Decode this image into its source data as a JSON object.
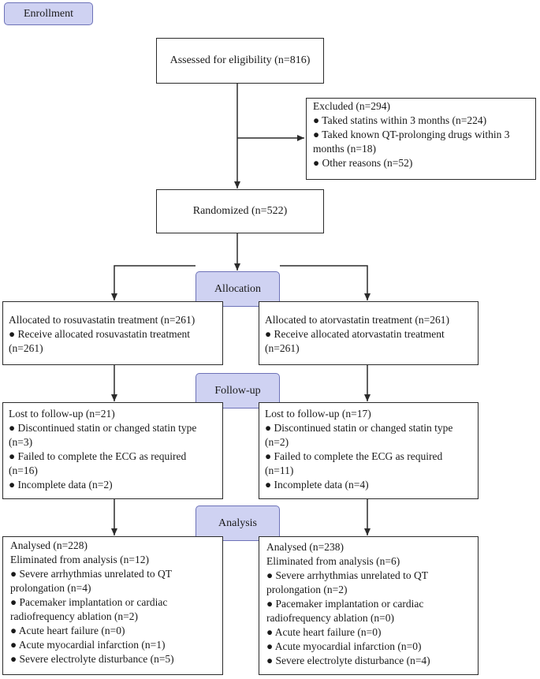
{
  "stages": {
    "enrollment": "Enrollment",
    "allocation": "Allocation",
    "followup": "Follow-up",
    "analysis": "Analysis"
  },
  "assessed": "Assessed for eligibility (n=816)",
  "excluded": {
    "title": "Excluded (n=294)",
    "items": [
      "● Taked statins within 3 months (n=224)",
      "● Taked known QT-prolonging drugs within 3 months (n=18)",
      "● Other reasons (n=52)"
    ]
  },
  "randomized": "Randomized (n=522)",
  "arms": {
    "left": {
      "allocation": [
        "Allocated to rosuvastatin treatment (n=261)",
        "● Receive allocated rosuvastatin treatment (n=261)"
      ],
      "followup": {
        "title": "Lost to follow-up (n=21)",
        "items": [
          "● Discontinued statin or changed statin type (n=3)",
          "● Failed to complete the ECG as required (n=16)",
          "● Incomplete data (n=2)"
        ]
      },
      "analysis": {
        "analysed": "Analysed (n=228)",
        "eliminated": "Eliminated from analysis (n=12)",
        "items": [
          "● Severe arrhythmias unrelated to QT prolongation (n=4)",
          "● Pacemaker implantation or cardiac radiofrequency ablation (n=2)",
          "● Acute heart failure (n=0)",
          "● Acute myocardial infarction (n=1)",
          "● Severe electrolyte disturbance (n=5)"
        ]
      }
    },
    "right": {
      "allocation": [
        "Allocated to atorvastatin treatment (n=261)",
        "● Receive allocated atorvastatin treatment (n=261)"
      ],
      "followup": {
        "title": "Lost to follow-up (n=17)",
        "items": [
          "● Discontinued statin or changed statin type (n=2)",
          "● Failed to complete the ECG as required (n=11)",
          "● Incomplete data (n=4)"
        ]
      },
      "analysis": {
        "analysed": "Analysed (n=238)",
        "eliminated": "Eliminated from analysis (n=6)",
        "items": [
          "● Severe arrhythmias unrelated to QT prolongation (n=2)",
          "● Pacemaker implantation or cardiac radiofrequency ablation (n=0)",
          "● Acute heart failure (n=0)",
          "● Acute myocardial infarction (n=0)",
          "● Severe electrolyte disturbance (n=4)"
        ]
      }
    }
  }
}
